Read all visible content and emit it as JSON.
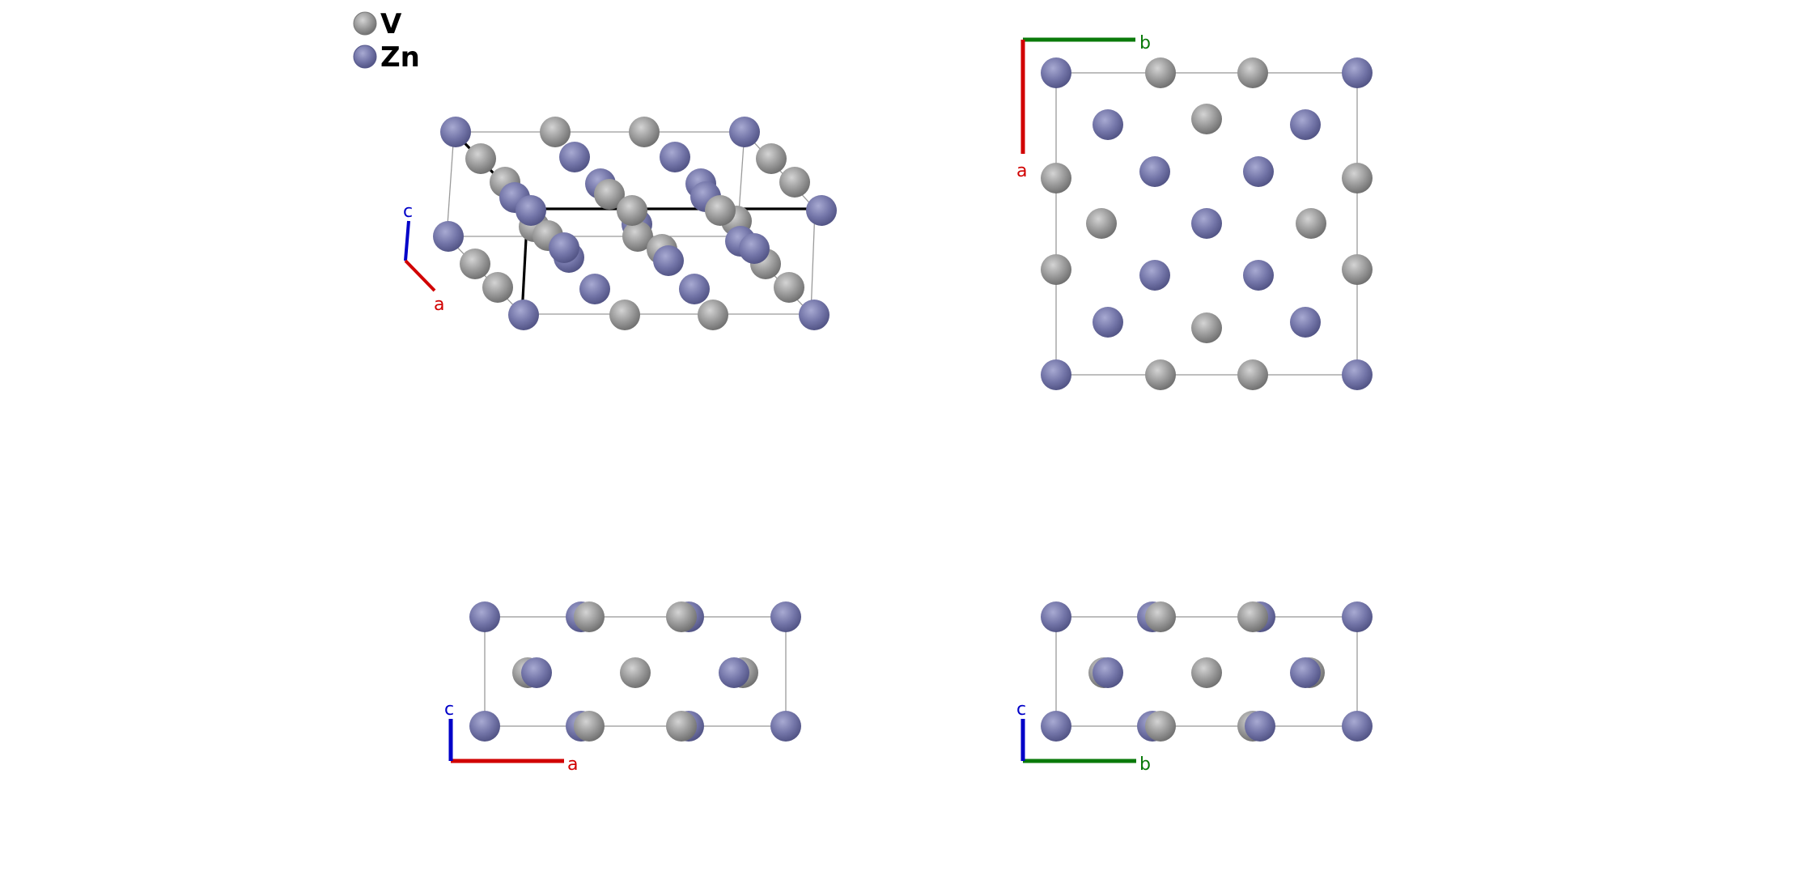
{
  "legend": [
    {
      "element": "V",
      "label": "V",
      "color": "#8c8c8c"
    },
    {
      "element": "Zn",
      "label": "Zn",
      "color": "#7173a6"
    }
  ],
  "axis_labels": {
    "a": "a",
    "b": "b",
    "c": "c"
  },
  "axis_colors": {
    "a": "#d10000",
    "b": "#0a7a0a",
    "c": "#0000c8"
  }
}
